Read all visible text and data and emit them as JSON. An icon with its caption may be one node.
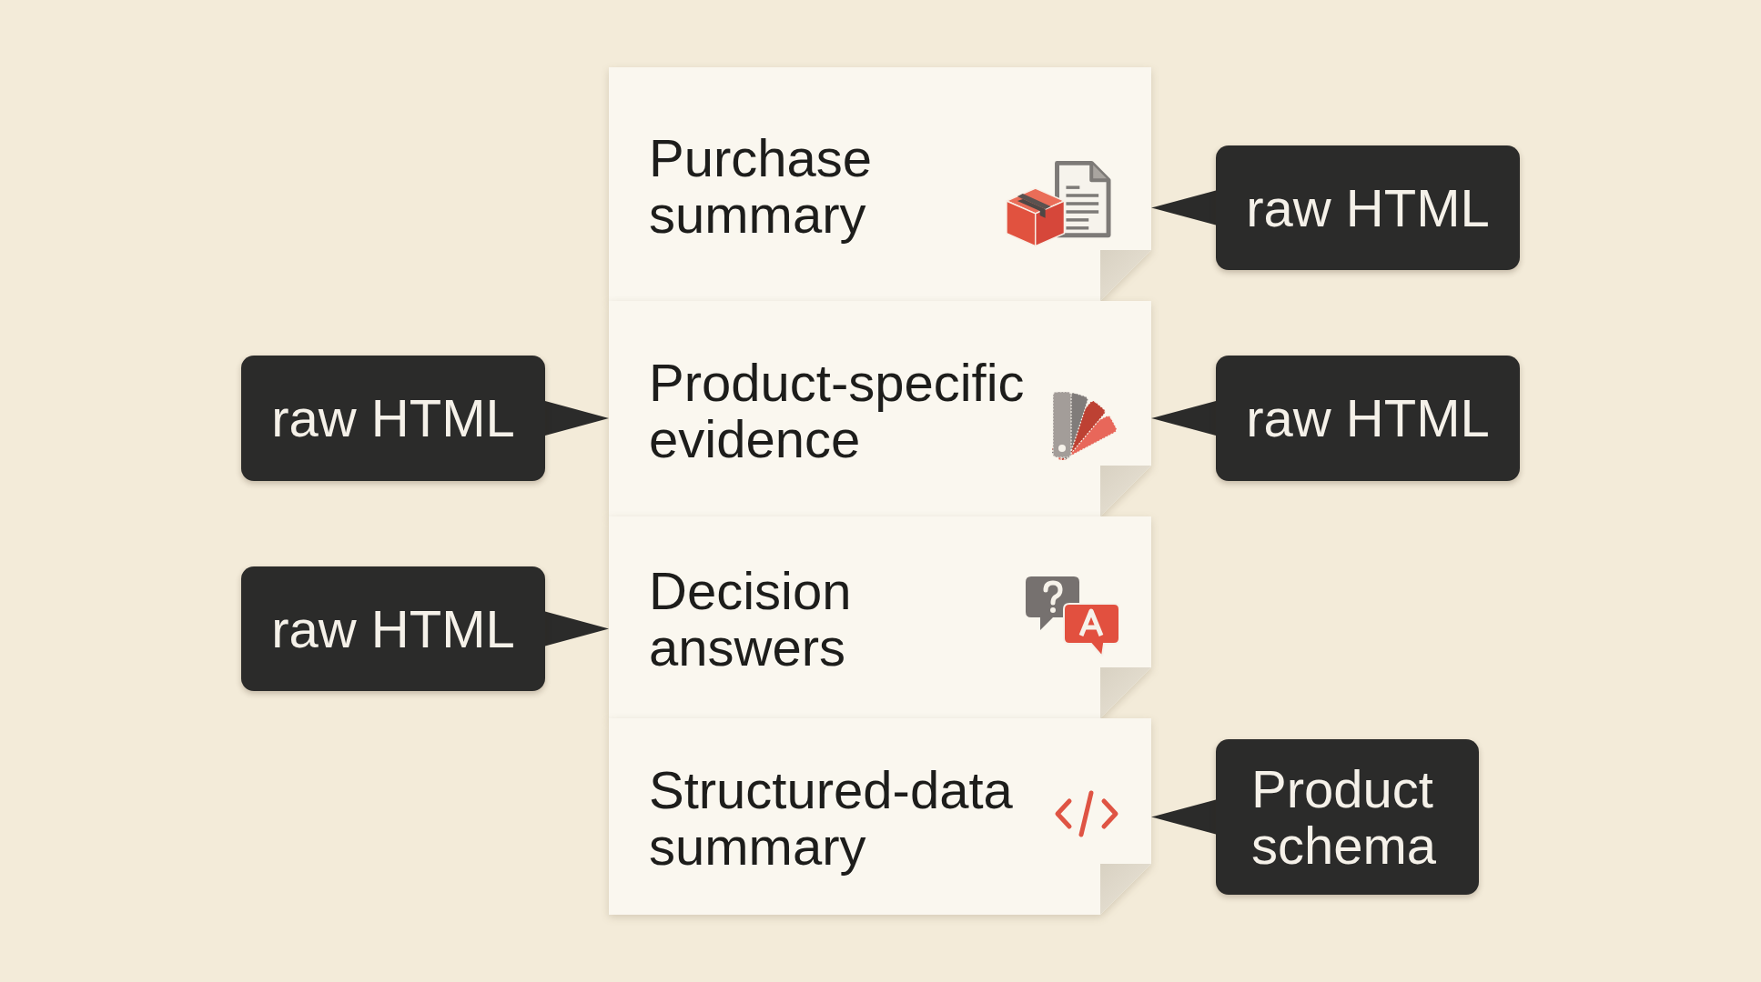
{
  "diagram": {
    "nodes": [
      {
        "text": [
          "Purchase summary"
        ]
      },
      {
        "text": [
          "raw HTML"
        ]
      },
      {
        "text": [
          "raw HTML"
        ]
      },
      {
        "text": [
          "Product-specific evidence"
        ]
      },
      {
        "text": [
          "raw HTML"
        ]
      },
      {
        "text": [
          "raw HTML"
        ]
      },
      {
        "text": [
          "Decision answers"
        ]
      },
      {
        "text": [
          "Structured-data summary"
        ]
      },
      {
        "text": [
          "Product schema"
        ]
      }
    ],
    "edges": [
      {
        "from": 1,
        "to": 0,
        "arrow": "to"
      },
      {
        "from": 2,
        "to": 3,
        "arrow": "to"
      },
      {
        "from": 4,
        "to": 3,
        "arrow": "to"
      },
      {
        "from": 5,
        "to": 6,
        "arrow": "to"
      },
      {
        "from": 8,
        "to": 7,
        "arrow": "to"
      }
    ]
  }
}
